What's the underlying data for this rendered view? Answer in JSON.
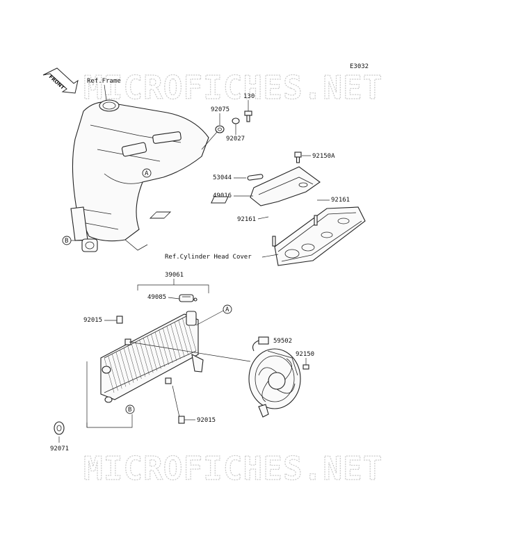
{
  "diagram_code": "E3032",
  "watermark_text": "MICROFICHES.NET",
  "front_label": "FRONT",
  "callouts": {
    "a": "A",
    "b": "B"
  },
  "labels": {
    "ref_frame": "Ref.Frame",
    "ref_cylinder_head_cover": "Ref.Cylinder Head Cover",
    "p130": "130",
    "p92075": "92075",
    "p92027": "92027",
    "p92150A": "92150A",
    "p53044": "53044",
    "p49016": "49016",
    "p92161_right": "92161",
    "p92161_left": "92161",
    "p39061": "39061",
    "p49085": "49085",
    "p92015_top": "92015",
    "p59502": "59502",
    "p92150": "92150",
    "p92015_bottom": "92015",
    "p92071": "92071"
  }
}
